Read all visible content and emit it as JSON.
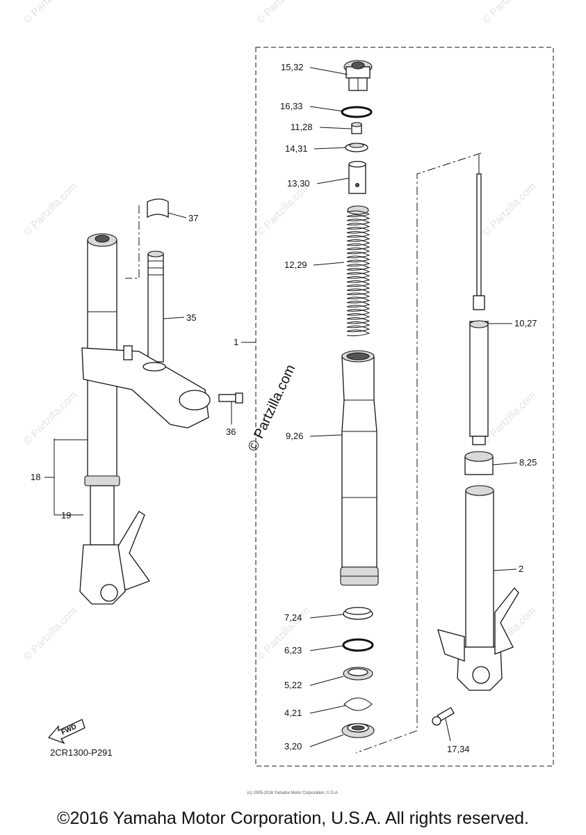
{
  "watermark": "© Partzilla.com",
  "center_watermark": "© Partzilla.com",
  "diagram_code": "2CR1300-P291",
  "fwd_label": "FWD",
  "labels": {
    "p15_32": "15,32",
    "p16_33": "16,33",
    "p11_28": "11,28",
    "p14_31": "14,31",
    "p13_30": "13,30",
    "p12_29": "12,29",
    "p1": "1",
    "p9_26": "9,26",
    "p7_24": "7,24",
    "p6_23": "6,23",
    "p5_22": "5,22",
    "p4_21": "4,21",
    "p3_20": "3,20",
    "p10_27": "10,27",
    "p8_25": "8,25",
    "p2": "2",
    "p17_34": "17,34",
    "p37": "37",
    "p35": "35",
    "p36": "36",
    "p18": "18",
    "p19": "19"
  },
  "small_credit": "(c) 2005-2016 Yamaha Motor Corporation, U.S.A.",
  "copyright": "©2016 Yamaha Motor Corporation, U.S.A. All rights reserved."
}
